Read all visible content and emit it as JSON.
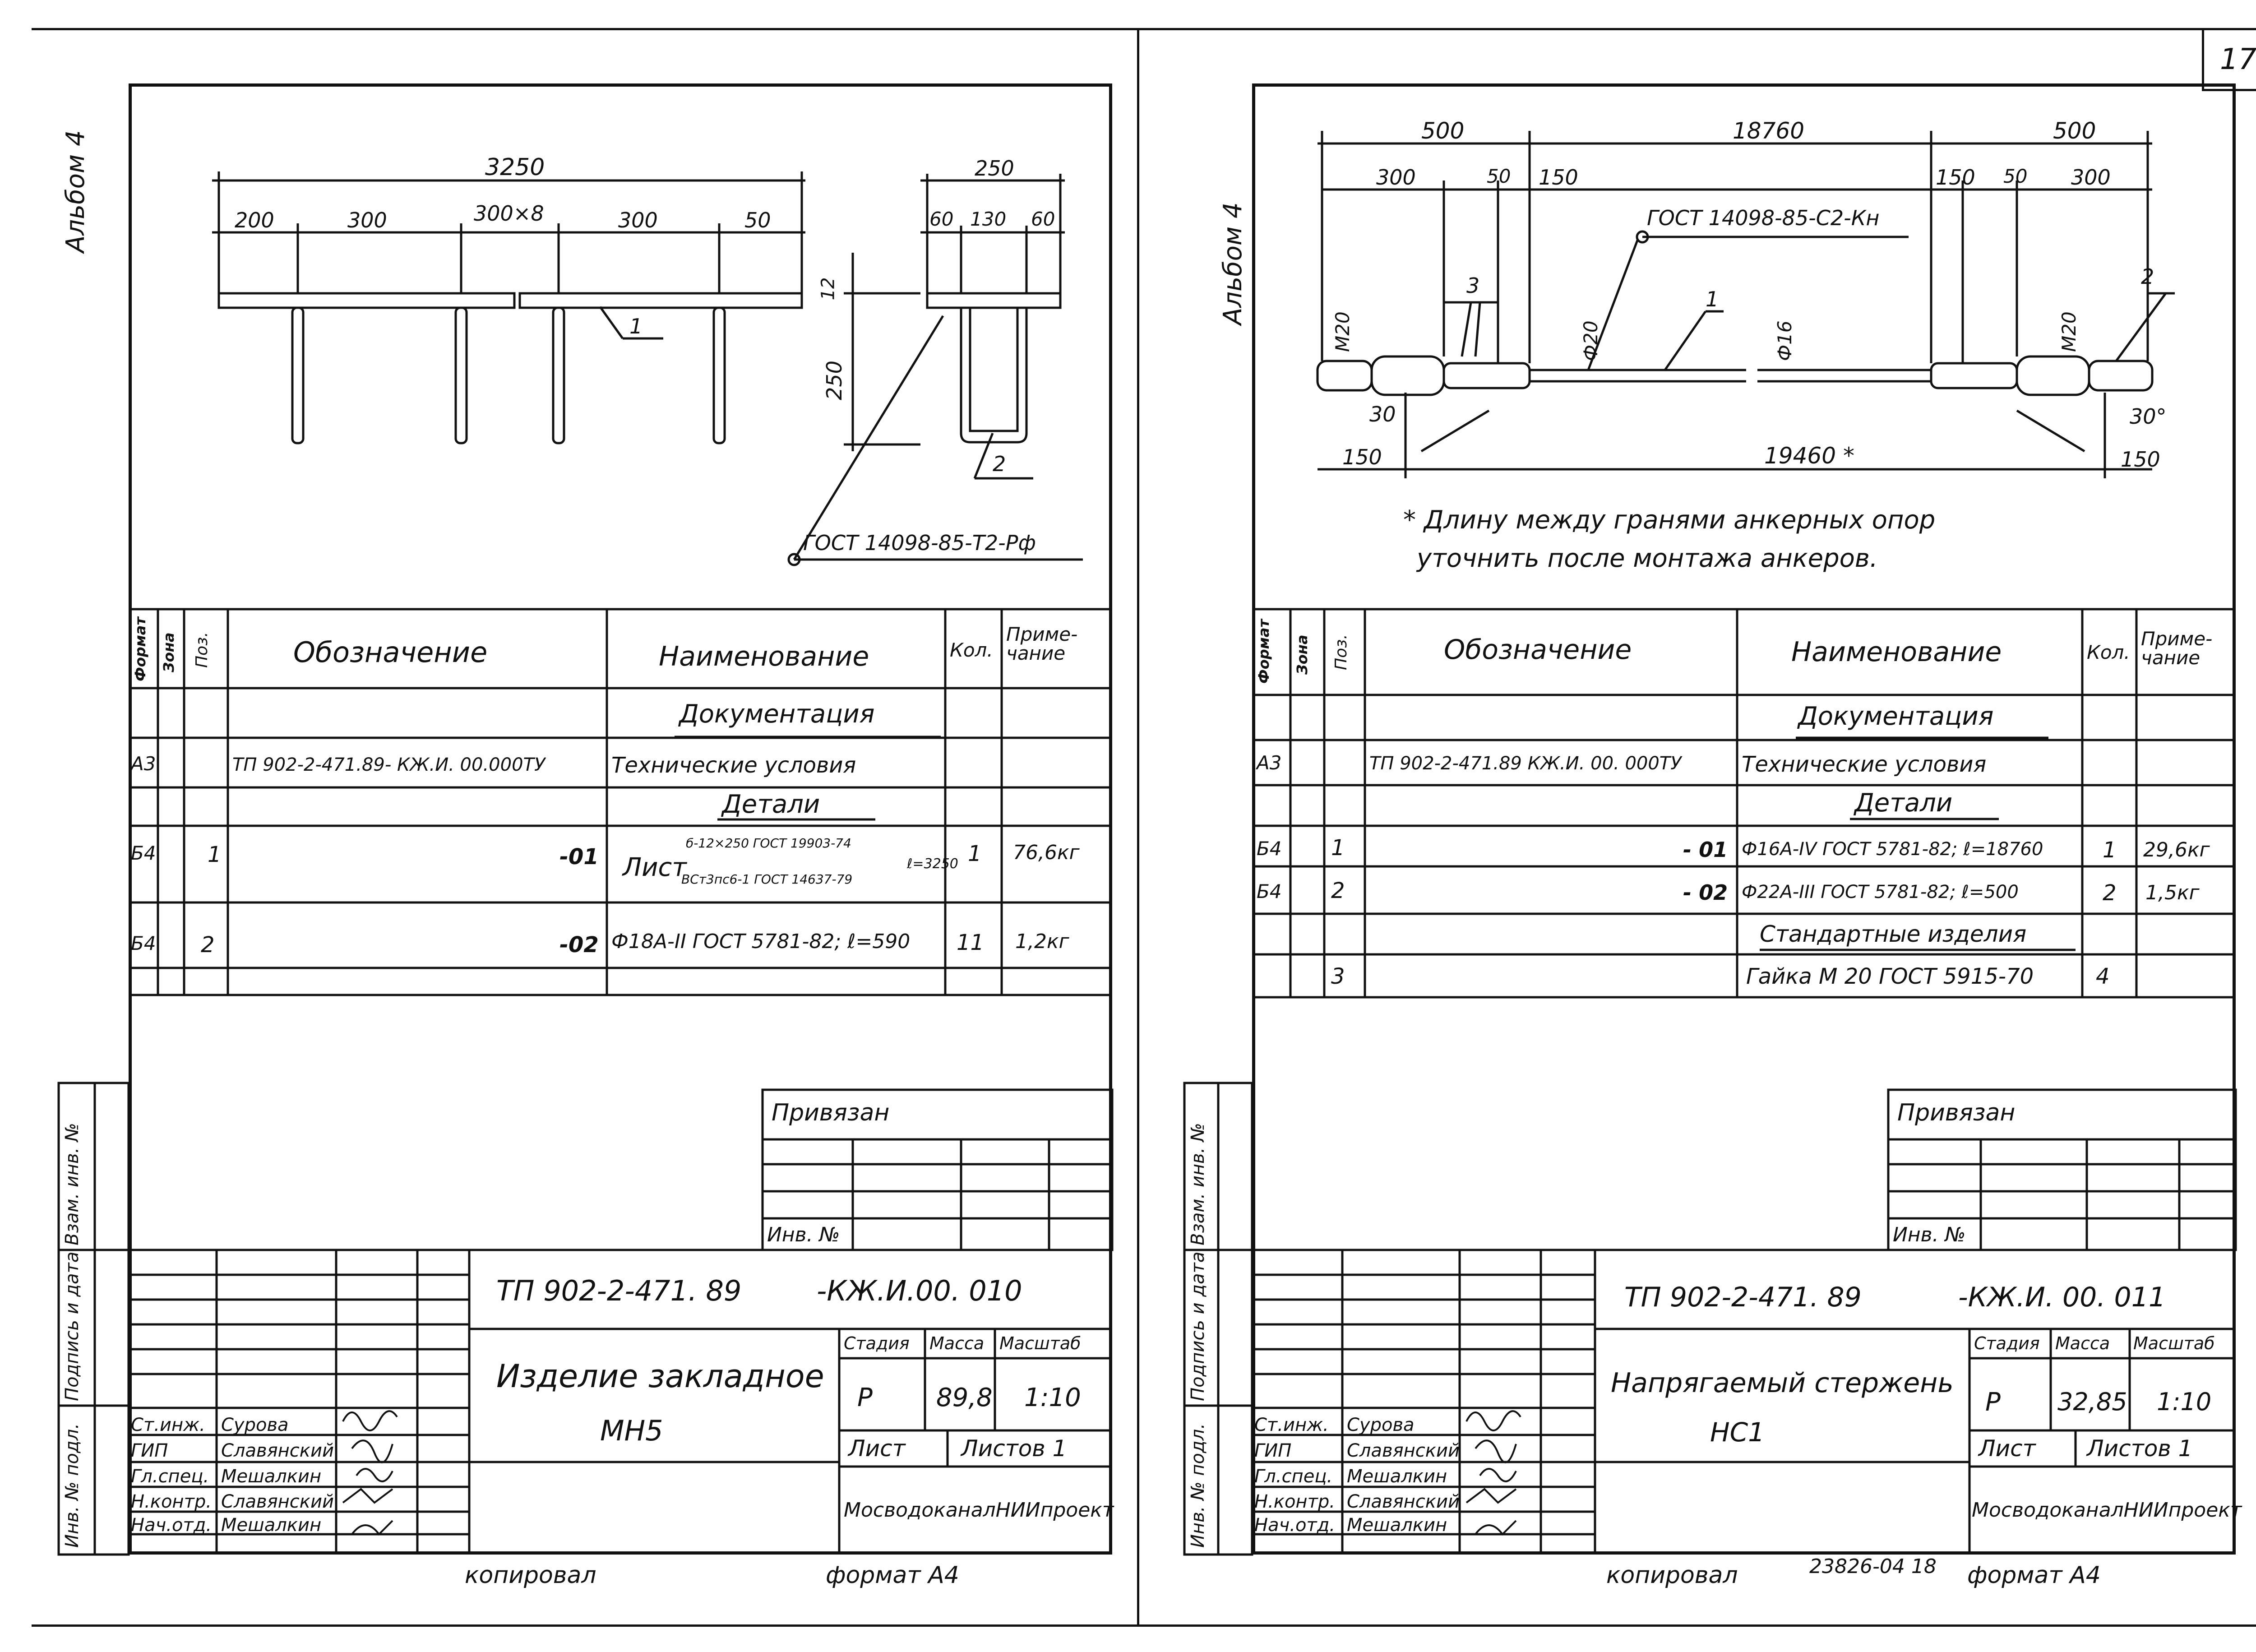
{
  "page": {
    "number": "17"
  },
  "left": {
    "album": "Альбом 4",
    "drawing": {
      "dims": [
        "3250",
        "200",
        "300",
        "300×8",
        "300",
        "50",
        "250",
        "60",
        "130",
        "60",
        "12",
        "250"
      ],
      "callouts": [
        "1",
        "2"
      ],
      "standard": "ГОСТ 14098-85-Т2-Рф"
    },
    "spec": {
      "headers": {
        "format": "Формат",
        "zone": "Зона",
        "pos": "Поз.",
        "designation": "Обозначение",
        "name": "Наименование",
        "qty": "Кол.",
        "note": "Приме-чание"
      },
      "sections": {
        "docs": "Документация",
        "details": "Детали"
      },
      "rows": [
        {
          "format": "А3",
          "pos": "",
          "designation": "ТП 902-2-471.89- КЖ.И. 00.000ТУ",
          "name": "Технические условия",
          "qty": "",
          "note": ""
        },
        {
          "format": "Б4",
          "pos": "1",
          "designation": "-01",
          "name": "Лист",
          "name_top": "б-12×250 ГОСТ 19903-74",
          "name_bottom": "ВСт3пс6-1 ГОСТ 14637-79",
          "name_len": "ℓ=3250",
          "qty": "1",
          "note": "76,6кг"
        },
        {
          "format": "Б4",
          "pos": "2",
          "designation": "-02",
          "name": "Ф18А-II ГОСТ 5781-82; ℓ=590",
          "qty": "11",
          "note": "1,2кг"
        }
      ]
    },
    "privyazan": "Привязан",
    "inv": "Инв. №",
    "side_labels": [
      "Взам. инв. №",
      "Подпись и дата",
      "Инв. № подл."
    ],
    "title": {
      "code": "ТП 902-2-471. 89",
      "code2": "-КЖ.И.00. 010",
      "name": "Изделие закладное",
      "mark": "МН5",
      "stage_label": "Стадия",
      "mass_label": "Масса",
      "scale_label": "Масштаб",
      "stage": "Р",
      "mass": "89,8",
      "scale": "1:10",
      "sheet_label": "Лист",
      "sheets_label": "Листов 1",
      "org": "МосводоканалНИИпроект",
      "people": [
        {
          "role": "Ст.инж.",
          "name": "Сурова"
        },
        {
          "role": "ГИП",
          "name": "Славянский"
        },
        {
          "role": "Гл.спец.",
          "name": "Мешалкин"
        },
        {
          "role": "Н.контр.",
          "name": "Славянский"
        },
        {
          "role": "Нач.отд.",
          "name": "Мешалкин"
        }
      ]
    },
    "footer": {
      "copied": "копировал",
      "format": "формат А4"
    }
  },
  "right": {
    "album": "Альбом 4",
    "drawing": {
      "dims_top": [
        "500",
        "18760",
        "500"
      ],
      "dims_mid": [
        "300",
        "50",
        "150",
        "150",
        "50",
        "300"
      ],
      "dims_bottom": [
        "150",
        "19460 *",
        "150"
      ],
      "labels": [
        "М20",
        "М20",
        "Ф20",
        "Ф16",
        "30",
        "30°"
      ],
      "callouts": [
        "1",
        "2",
        "3"
      ],
      "standard": "ГОСТ 14098-85-С2-Кн"
    },
    "note": "* Длину между гранями анкерных опор уточнить после монтажа анкеров.",
    "note_line1": "* Длину между гранями анкерных опор",
    "note_line2": "уточнить после монтажа анкеров.",
    "spec": {
      "headers": {
        "format": "Формат",
        "zone": "Зона",
        "pos": "Поз.",
        "designation": "Обозначение",
        "name": "Наименование",
        "qty": "Кол.",
        "note": "Приме-чание"
      },
      "sections": {
        "docs": "Документация",
        "details": "Детали",
        "std": "Стандартные изделия"
      },
      "rows": [
        {
          "format": "А3",
          "pos": "",
          "designation": "ТП 902-2-471.89 КЖ.И. 00. 000ТУ",
          "name": "Технические условия",
          "qty": "",
          "note": ""
        },
        {
          "format": "Б4",
          "pos": "1",
          "designation": "- 01",
          "name": "Ф16А-IV ГОСТ 5781-82; ℓ=18760",
          "qty": "1",
          "note": "29,6кг"
        },
        {
          "format": "Б4",
          "pos": "2",
          "designation": "- 02",
          "name": "Ф22А-III ГОСТ 5781-82; ℓ=500",
          "qty": "2",
          "note": "1,5кг"
        },
        {
          "format": "",
          "pos": "3",
          "designation": "",
          "name": "Гайка М 20 ГОСТ 5915-70",
          "qty": "4",
          "note": ""
        }
      ]
    },
    "privyazan": "Привязан",
    "inv": "Инв. №",
    "side_labels": [
      "Взам. инв. №",
      "Подпись и дата",
      "Инв. № подл."
    ],
    "title": {
      "code": "ТП 902-2-471. 89",
      "code2": "-КЖ.И. 00. 011",
      "name": "Напрягаемый стержень",
      "mark": "НС1",
      "stage_label": "Стадия",
      "mass_label": "Масса",
      "scale_label": "Масштаб",
      "stage": "Р",
      "mass": "32,85",
      "scale": "1:10",
      "sheet_label": "Лист",
      "sheets_label": "Листов 1",
      "org": "МосводоканалНИИпроект",
      "people": [
        {
          "role": "Ст.инж.",
          "name": "Сурова"
        },
        {
          "role": "ГИП",
          "name": "Славянский"
        },
        {
          "role": "Гл.спец.",
          "name": "Мешалкин"
        },
        {
          "role": "Н.контр.",
          "name": "Славянский"
        },
        {
          "role": "Нач.отд.",
          "name": "Мешалкин"
        }
      ]
    },
    "footer": {
      "copied": "копировал",
      "code": "23826-04 18",
      "format": "формат А4"
    }
  }
}
